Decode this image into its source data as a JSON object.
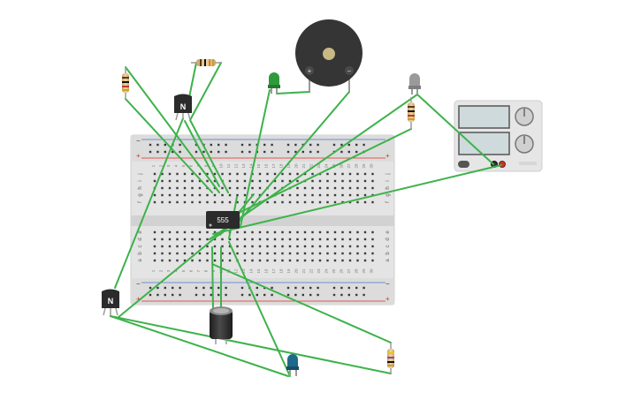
{
  "breadboard": {
    "columns": 30,
    "row_letters_top": [
      "j",
      "i",
      "h",
      "g",
      "f"
    ],
    "row_letters_bottom": [
      "e",
      "d",
      "c",
      "b",
      "a"
    ],
    "rail_minus": "−",
    "rail_plus": "+"
  },
  "ic": {
    "label": "555"
  },
  "transistors": [
    {
      "label": "N"
    },
    {
      "label": "N"
    }
  ],
  "buzzer": {
    "plus_label": "+",
    "minus_label": "−"
  },
  "colors": {
    "wire": "#3db24a",
    "rail_red": "#e05a4e",
    "rail_blue": "#6e8fd0",
    "breadboard": "#e3e3e3",
    "led_green": "#2e9a3c",
    "led_gray": "#9a9a9a",
    "led_blue": "#1f6a8a",
    "ic_body": "#2b2b2b",
    "buzzer_body": "#353535"
  }
}
